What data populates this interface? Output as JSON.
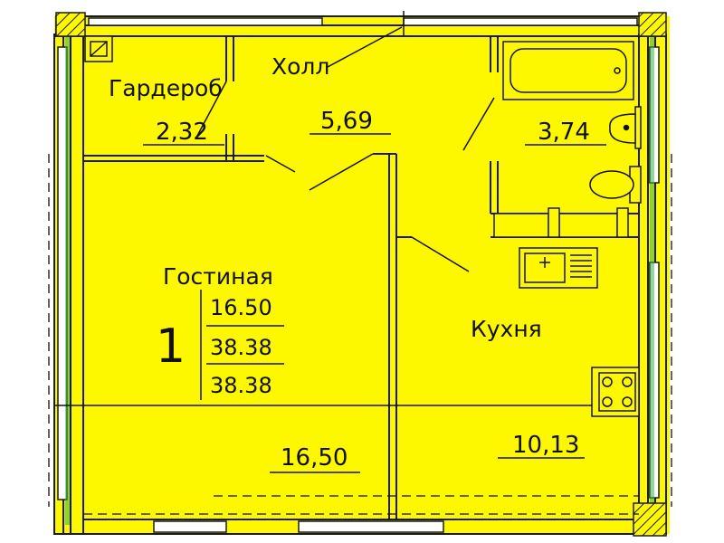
{
  "colors": {
    "fill": "#fdf700",
    "wall": "#1a1a1a",
    "line": "#111111",
    "background": "#ffffff",
    "hatch": "#39b54a"
  },
  "rooms": {
    "wardrobe": {
      "name": "Гардероб",
      "area": "2,32"
    },
    "hall": {
      "name": "Холл",
      "area": "5,69"
    },
    "bathroom": {
      "area": "3,74"
    },
    "living": {
      "name": "Гостиная",
      "area": "16,50"
    },
    "kitchen": {
      "name": "Кухня",
      "area": "10,13"
    }
  },
  "apartment": {
    "rooms_count": "1",
    "living_area": "16.50",
    "total_area": "38.38",
    "total_area_with_balcony": "38.38"
  },
  "icons": [
    "bathtub-icon",
    "sink-icon",
    "toilet-icon",
    "kitchen-sink-icon",
    "stove-icon",
    "ventilation-shaft-icon"
  ]
}
